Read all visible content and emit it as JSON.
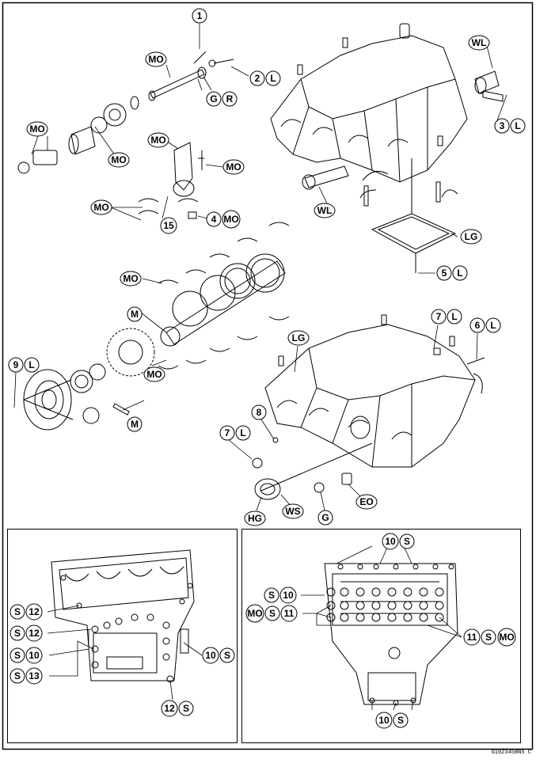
{
  "callouts": {
    "c1": {
      "text": "1"
    },
    "c2": {
      "num": "2",
      "suf": "L"
    },
    "c3": {
      "num": "3",
      "suf": "L"
    },
    "c4": {
      "num": "4",
      "suf": "MO"
    },
    "c5": {
      "num": "5",
      "suf": "L"
    },
    "c6": {
      "num": "6",
      "suf": "L"
    },
    "c7a": {
      "num": "7",
      "suf": "L"
    },
    "c7b": {
      "num": "7",
      "suf": "L"
    },
    "c8": {
      "text": "8"
    },
    "c9": {
      "num": "9",
      "suf": "L"
    },
    "c15": {
      "text": "15"
    },
    "b10a": {
      "num": "10",
      "suf": "S"
    },
    "b10b": {
      "num": "10",
      "suf": "S"
    },
    "b10c": {
      "pre": "S",
      "num": "10"
    },
    "b10d": {
      "num": "10",
      "suf": "S"
    },
    "b10e": {
      "pre": "S",
      "num": "10"
    },
    "b11a": {
      "pre1": "MO",
      "pre2": "S",
      "num": "11"
    },
    "b11b": {
      "num": "11",
      "suf1": "S",
      "suf2": "MO"
    },
    "b12a": {
      "pre": "S",
      "num": "12"
    },
    "b12b": {
      "pre": "S",
      "num": "12"
    },
    "b12c": {
      "num": "12",
      "suf": "S"
    },
    "b13": {
      "pre": "S",
      "num": "13"
    }
  },
  "labels": {
    "mo": "MO",
    "wl": "WL",
    "gr_g": "G",
    "gr_r": "R",
    "lg": "LG",
    "m": "M",
    "eo": "EO",
    "hg": "HG",
    "ws": "WS",
    "g": "G"
  },
  "figure_code": "G102345BN5 C"
}
